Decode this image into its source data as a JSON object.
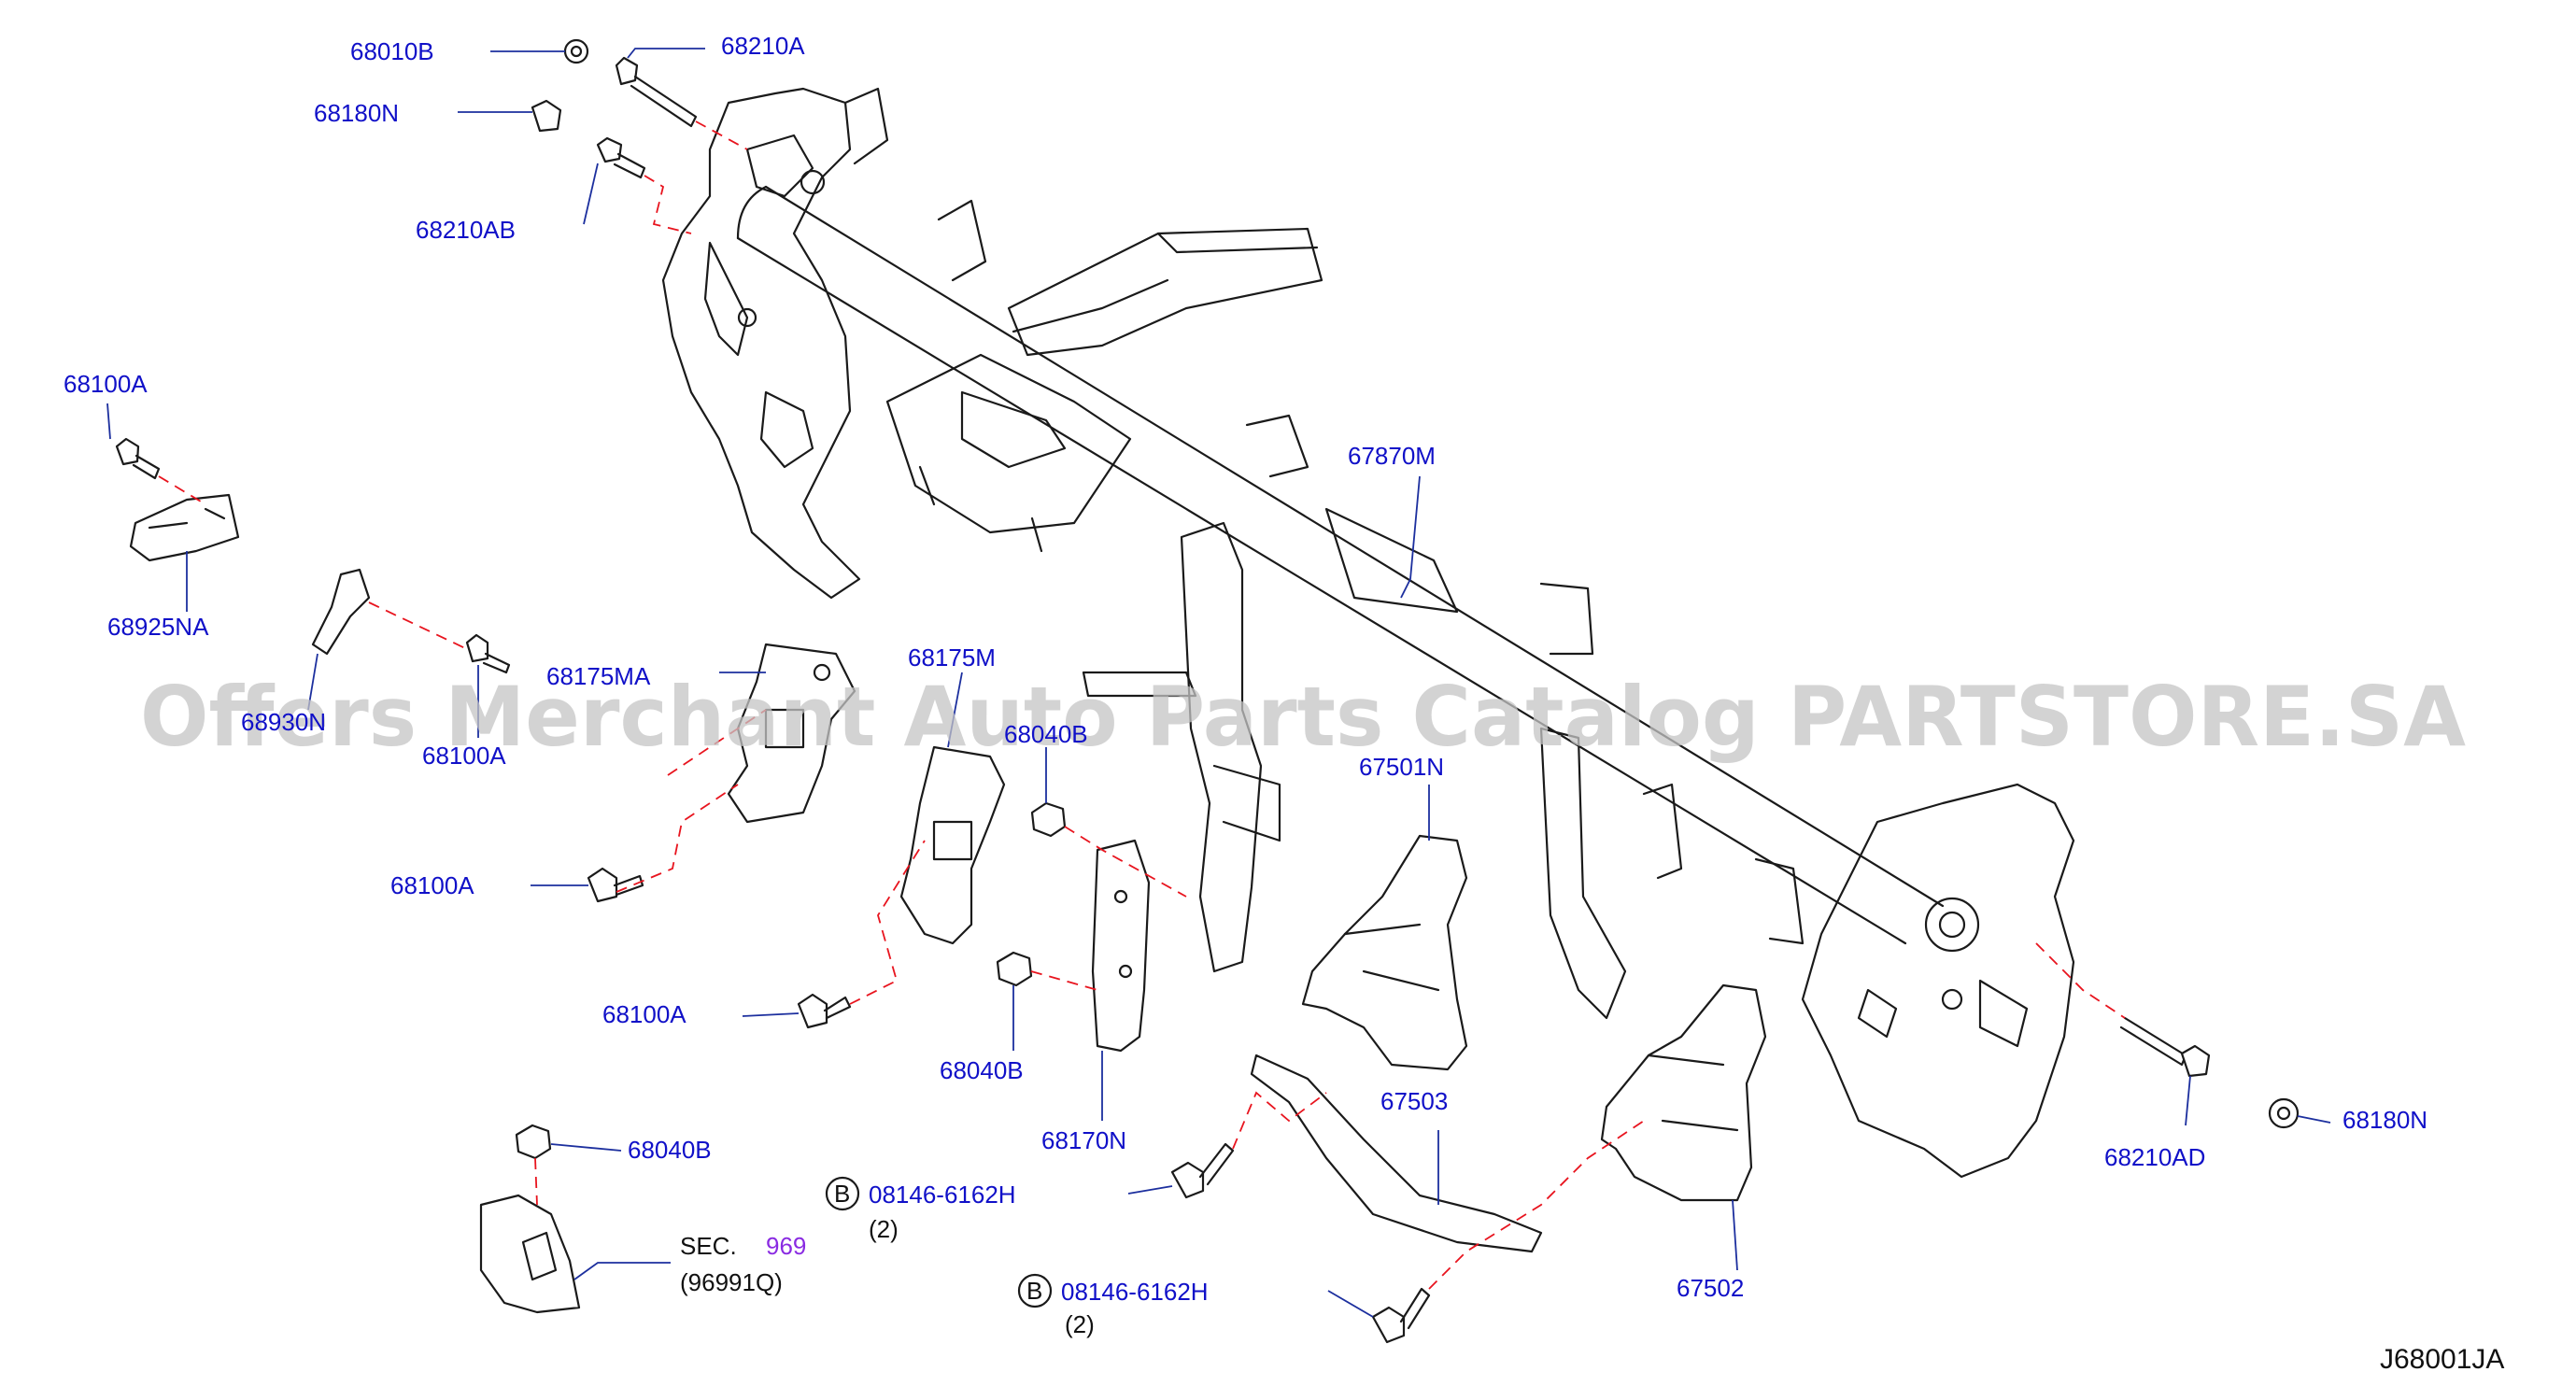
{
  "watermark": "Offers Merchant Auto Parts Catalog PARTSTORE.SA",
  "diagram_code": "J68001JA",
  "labels": {
    "p68010B": "68010B",
    "p68210A": "68210A",
    "p68180N_top": "68180N",
    "p68210AB": "68210AB",
    "p68100A_1": "68100A",
    "p68925NA": "68925NA",
    "p689xxN": "68930N",
    "p68100A_2": "68100A",
    "p68175MA": "68175MA",
    "p68175M": "68175M",
    "p680x3": "68040B",
    "p67870M": "67870M",
    "p67501N": "67501N",
    "p68100A_3": "68100A",
    "p68100A_4": "68100A",
    "p68040B_1": "68040B",
    "p68170N": "68170N",
    "p67503": "67503",
    "p68040B_2": "68040B",
    "p08146_1": "08146-6162H",
    "qty_1": "(2)",
    "p08146_2": "08146-6162H",
    "qty_2": "(2)",
    "sec_prefix": "SEC.",
    "sec_num": "969",
    "sec_sub": "(96991Q)",
    "p67502": "67502",
    "p68210AD": "68210AD",
    "p68180N_right": "68180N",
    "b_marker_1": "B",
    "b_marker_2": "B"
  },
  "colors": {
    "label": "#1010c8",
    "leader": "#1c2f9e",
    "dashed_link": "#e8141e",
    "section_ref": "#8a2be2",
    "line_art": "#1a1a1a",
    "watermark": "#c4c4c4"
  }
}
